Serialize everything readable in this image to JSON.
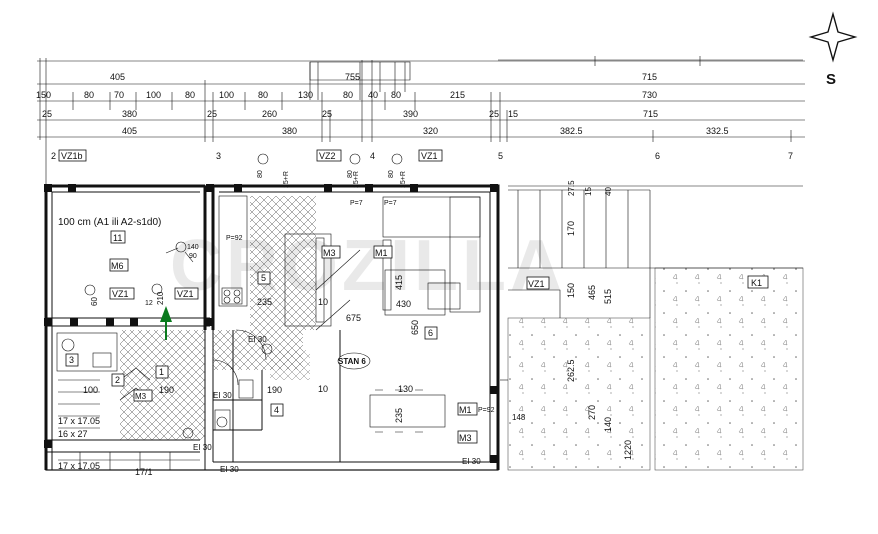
{
  "compass": {
    "letter": "S"
  },
  "watermark": "CROZILLA",
  "dims": {
    "row1": [
      "405",
      "755",
      "715"
    ],
    "row2": [
      "150",
      "80",
      "70",
      "100",
      "80",
      "100",
      "80",
      "130",
      "80",
      "40",
      "80",
      "215",
      "730"
    ],
    "row3": [
      "25",
      "380",
      "25",
      "260",
      "25",
      "390",
      "25",
      "15",
      "715"
    ],
    "row4": [
      "405",
      "380",
      "320",
      "382.5",
      "332.5"
    ]
  },
  "axes": [
    "2",
    "3",
    "4",
    "5",
    "6",
    "7"
  ],
  "tags": {
    "vz1b": "VZ1b",
    "vz2": "VZ2",
    "vz1_top": "VZ1",
    "vz1_left": "VZ1",
    "vz1_mid": "VZ1",
    "vz1_terrace": "VZ1",
    "k1": "K1",
    "m6": "M6",
    "m3_a": "M3",
    "m1_a": "M1",
    "m1_b": "M1",
    "m3_b": "M3",
    "m3_c": "M3"
  },
  "rooms": {
    "note": "100 cm (A1 ili A2-s1d0)",
    "r11": "11",
    "r5": "5",
    "r6": "6",
    "r4": "4",
    "r1": "1",
    "r2": "2",
    "r3": "3",
    "stan": "STAN 6"
  },
  "inner_dims": {
    "d235": "235",
    "d675": "675",
    "d430": "430",
    "d415": "415",
    "d650": "650",
    "d10a": "10",
    "d10b": "10",
    "d190a": "190",
    "d190b": "190",
    "d100": "100",
    "d235b": "235",
    "d130": "130",
    "d210": "210",
    "d140": "140",
    "d90": "90",
    "d80a": "80",
    "d80b": "80",
    "d60": "60",
    "d12": "12",
    "d170": "170",
    "d150": "150",
    "d465": "465",
    "d515": "515",
    "d2625": "262.5",
    "d140b": "140",
    "d270": "270",
    "d1220": "1220",
    "d148": "148",
    "d80c": "80",
    "d275": "27.5",
    "d15": "15",
    "d40": "40"
  },
  "stairs": {
    "s1": "17 x 17.05",
    "s2": "16 x 27",
    "s3": "17 x 17.05",
    "s4": "17/1"
  },
  "fire": {
    "e1": "EI 30",
    "e2": "EI 30",
    "e3": "EI 30",
    "e4": "EI 30",
    "e5": "EI 30"
  },
  "pvtags": {
    "p1": "P=7",
    "p2": "P=7",
    "p3": "P=92",
    "p4": "P=92"
  },
  "smalltags": {
    "s1": "25+R",
    "s2": "25+R",
    "s3": "25+R"
  }
}
